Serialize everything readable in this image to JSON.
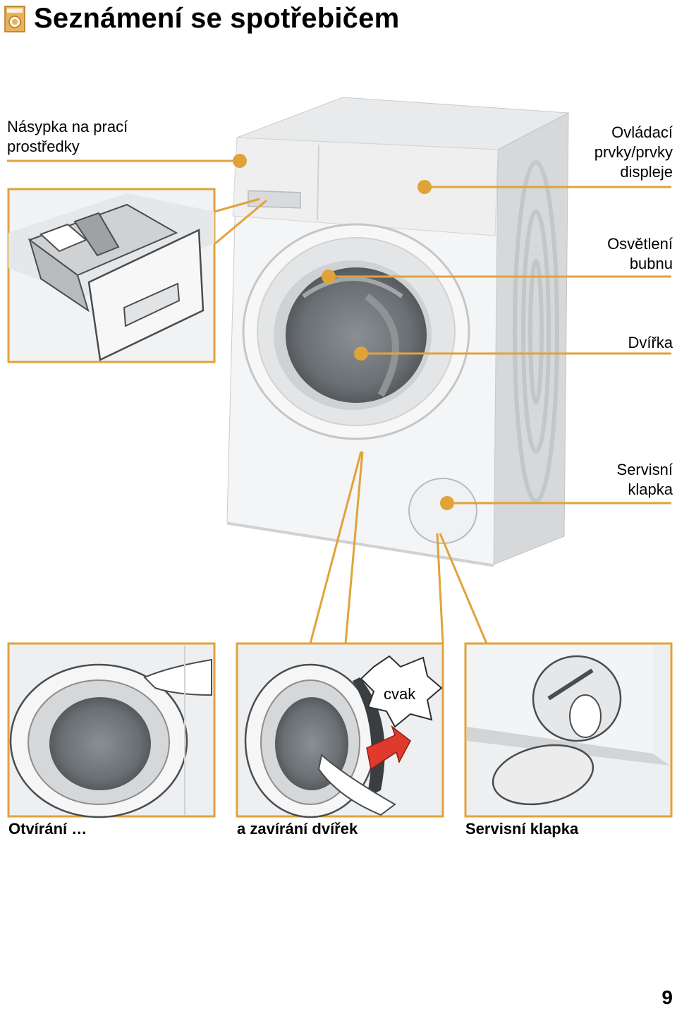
{
  "header": {
    "title": "Seznámení se spotřebičem",
    "icon": "washing-machine-icon",
    "accent": "#e0a33a"
  },
  "labels": {
    "dispenser": [
      "Násypka na prací",
      "prostředky"
    ],
    "controls": [
      "Ovládací",
      "prvky/prvky",
      "displeje"
    ],
    "drum_light": [
      "Osvětlení",
      "bubnu"
    ],
    "door": "Dvířka",
    "service_flap": [
      "Servisní",
      "klapka"
    ]
  },
  "panels": {
    "opening": "Otvírání …",
    "closing": "a zavírání dvířek",
    "closing_sound": "cvak",
    "service": "Servisní klapka"
  },
  "footer": {
    "page_number": "9"
  }
}
